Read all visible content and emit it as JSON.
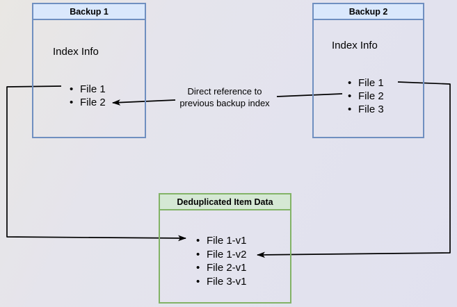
{
  "diagram": {
    "backup1": {
      "title": "Backup 1",
      "body_label": "Index Info",
      "files": [
        "File 1",
        "File 2"
      ]
    },
    "backup2": {
      "title": "Backup 2",
      "body_label": "Index Info",
      "files": [
        "File 1",
        "File 2",
        "File 3"
      ]
    },
    "dedup": {
      "title": "Deduplicated Item Data",
      "items": [
        "File 1-v1",
        "File 1-v2",
        "File 2-v1",
        "File 3-v1"
      ]
    },
    "edge_label": {
      "line1": "Direct reference to",
      "line2": "previous backup index"
    },
    "colors": {
      "blue_fill": "#dae8fc",
      "blue_border": "#6c8ebf",
      "green_fill": "#d5e8d4",
      "green_border": "#82b366",
      "arrow": "#000000",
      "background": "#e3e3ee"
    }
  }
}
